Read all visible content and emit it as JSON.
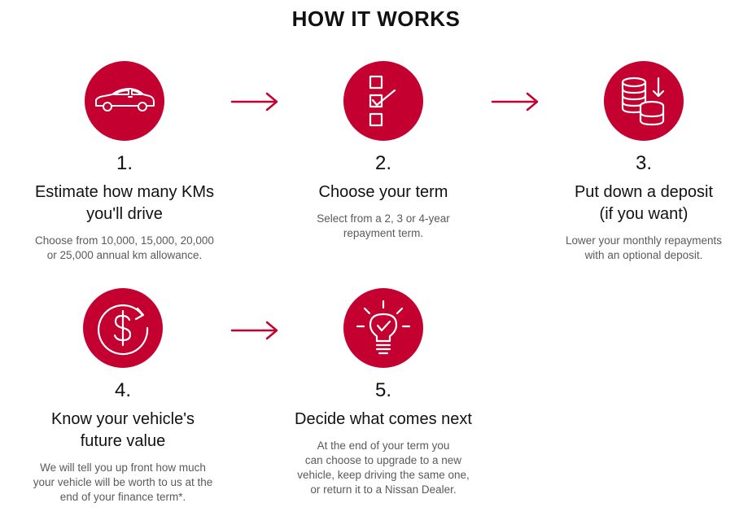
{
  "page": {
    "title": "HOW IT WORKS"
  },
  "steps": [
    {
      "number": "1.",
      "heading_lines": [
        "Estimate how many KMs",
        "you'll drive"
      ],
      "desc_lines": [
        "Choose from 10,000, 15,000, 20,000",
        "or 25,000 annual km allowance."
      ],
      "icon": "car-icon"
    },
    {
      "number": "2.",
      "heading_lines": [
        "Choose your term"
      ],
      "desc_lines": [
        "Select from a 2, 3 or 4-year",
        "repayment term."
      ],
      "icon": "checklist-icon"
    },
    {
      "number": "3.",
      "heading_lines": [
        "Put down a deposit",
        "(if you want)"
      ],
      "desc_lines": [
        "Lower your monthly repayments",
        "with an optional deposit."
      ],
      "icon": "coins-down-icon"
    },
    {
      "number": "4.",
      "heading_lines": [
        "Know your vehicle's",
        "future value"
      ],
      "desc_lines": [
        "We will tell you up front how much",
        "your vehicle will be worth to us at the",
        "end of your finance term*."
      ],
      "icon": "dollar-cycle-icon"
    },
    {
      "number": "5.",
      "heading_lines": [
        "Decide what comes next"
      ],
      "desc_lines": [
        "At the end of your term you",
        "can choose to upgrade to a new",
        "vehicle, keep driving the same one,",
        "or return it to a Nissan Dealer."
      ],
      "icon": "lightbulb-check-icon"
    }
  ],
  "colors": {
    "accent": "#c3002f",
    "text": "#111111",
    "muted": "#5a5a5a"
  },
  "arrows": [
    "arrow-right-icon",
    "arrow-right-icon",
    "arrow-right-icon"
  ]
}
